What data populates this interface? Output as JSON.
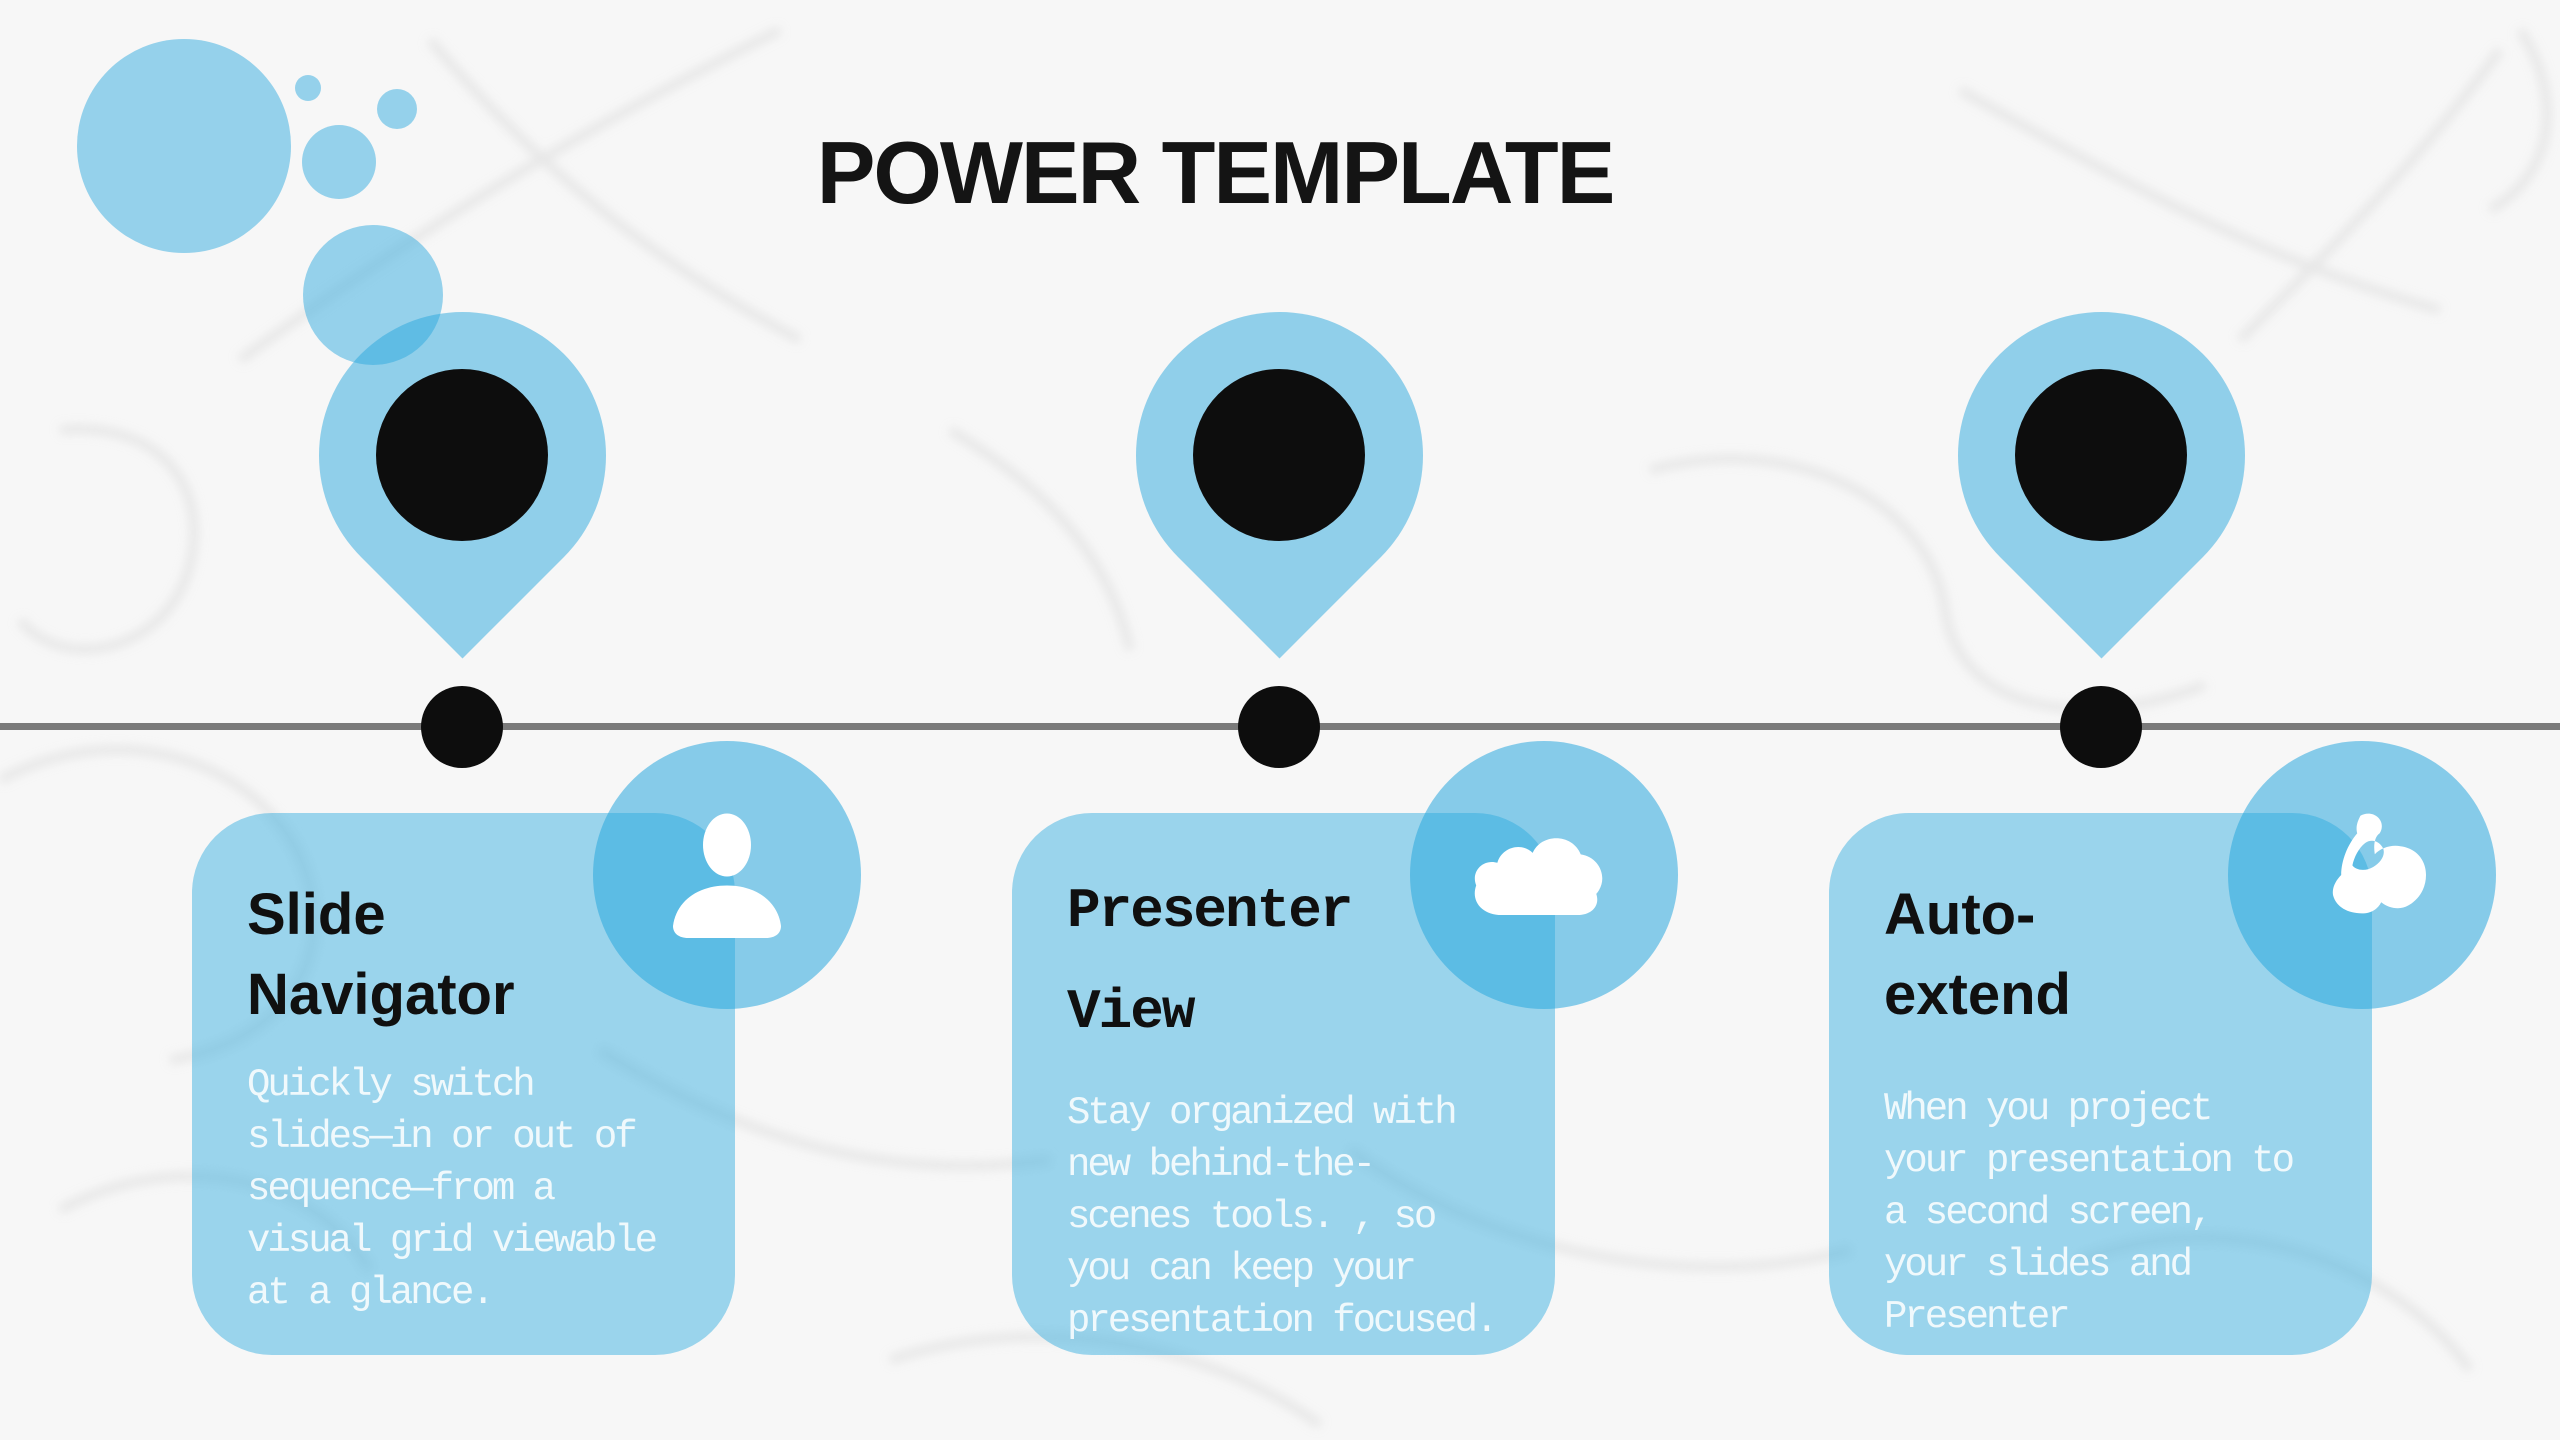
{
  "header": {
    "title": "POWER TEMPLATE"
  },
  "colors": {
    "accent_blue": "#29a8de",
    "card_blue_on_white": "#a6dcf5",
    "icon_circle_blue": "#89d3f0",
    "marker_black": "#0d0d0d",
    "timeline_gray": "#7a7a7a",
    "body_text_white": "#ffffff",
    "title_black": "#141414"
  },
  "timeline": {
    "markers": [
      {
        "icon": "map-pin-icon"
      },
      {
        "icon": "map-pin-icon"
      },
      {
        "icon": "map-pin-icon"
      }
    ]
  },
  "cards": [
    {
      "title": "Slide\nNavigator",
      "body": "Quickly switch\nslides—in or out of\nsequence—from a\nvisual grid viewable\nat a glance.",
      "icon": "person-icon"
    },
    {
      "title": "Presenter\nView",
      "body": "Stay organized with\nnew behind-the-\nscenes tools. , so\nyou can keep your\npresentation focused.",
      "icon": "cloud-icon"
    },
    {
      "title": "Auto-\nextend",
      "body": "When you project\nyour presentation to\na second screen,\nyour slides and\nPresenter",
      "icon": "bicep-icon"
    }
  ]
}
